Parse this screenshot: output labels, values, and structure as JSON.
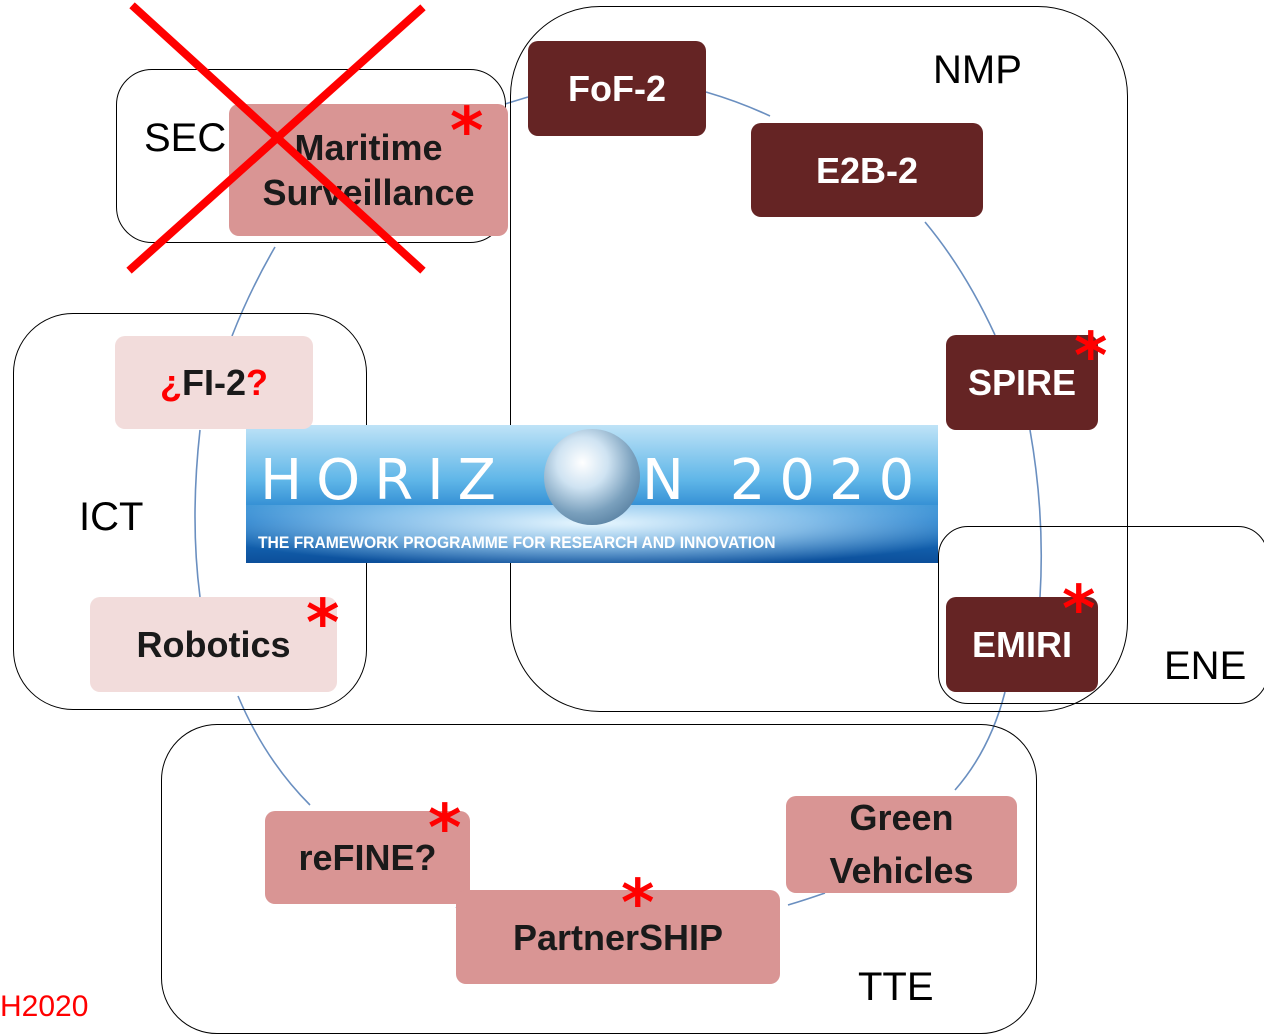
{
  "groups": {
    "sec": "SEC",
    "nmp": "NMP",
    "ict": "ICT",
    "ene": "ENE",
    "tte": "TTE"
  },
  "nodes": {
    "maritime": "Maritime\nSurveillance",
    "fof": "FoF-2",
    "e2b": "E2B-2",
    "spire": "SPIRE",
    "emiri": "EMIRI",
    "fi_prefix": "¿",
    "fi_main": "FI-2",
    "fi_suffix": "?",
    "robotics": "Robotics",
    "refine": "reFINE?",
    "partnership": "PartnerSHIP",
    "green": "Green\nVehicles"
  },
  "star_symbol": "*",
  "logo": {
    "word_left": "HORIZ",
    "word_right": "N 2020",
    "tagline": "THE FRAMEWORK PROGRAMME FOR RESEARCH AND INNOVATION"
  },
  "footer": "H2020",
  "colors": {
    "dark_node": "#652424",
    "pink_node": "#d99594",
    "light_node": "#f2dcdb",
    "accent_red": "#ff0000",
    "connector": "#4f81bd"
  }
}
